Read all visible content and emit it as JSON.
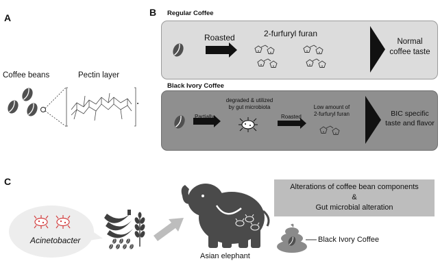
{
  "panels": {
    "a": "A",
    "b": "B",
    "c": "C"
  },
  "panel_a": {
    "coffee_beans": "Coffee beans",
    "pectin_layer": "Pectin layer"
  },
  "panel_b": {
    "regular": {
      "title": "Regular Coffee",
      "step1": "Roasted",
      "compound": "2-furfuryl furan",
      "result_line1": "Normal",
      "result_line2": "coffee taste"
    },
    "bic": {
      "title": "Black Ivory Coffee",
      "step1": "Partially",
      "step2_line1": "degraded & utilized",
      "step2_line2": "by gut microbiota",
      "step3": "Roasted",
      "compound_line1": "Low amount of",
      "compound_line2": "2-furfuryl furan",
      "result_line1": "BIC specific",
      "result_line2": "taste and flavor"
    }
  },
  "panel_c": {
    "bacterium": "Acinetobacter",
    "elephant": "Asian elephant",
    "alterations_line1": "Alterations of coffee bean components",
    "alterations_line2": "&",
    "alterations_line3": "Gut microbial alteration",
    "bic": "Black Ivory Coffee"
  },
  "colors": {
    "regular_box": "#dcdcdc",
    "bic_box": "#8f8f8f",
    "alterations_box": "#bdbdbd",
    "elephant": "#4a4a4a",
    "bean": "#505050",
    "bacteria": "#d44040",
    "arrow_gray": "#bdbdbd"
  },
  "icons": [
    "coffee-bean-icon",
    "pectin-structure-icon",
    "furan-molecule-icon",
    "microbe-icon",
    "bacteria-icon",
    "banana-icon",
    "wheat-icon",
    "elephant-icon",
    "dung-icon"
  ]
}
